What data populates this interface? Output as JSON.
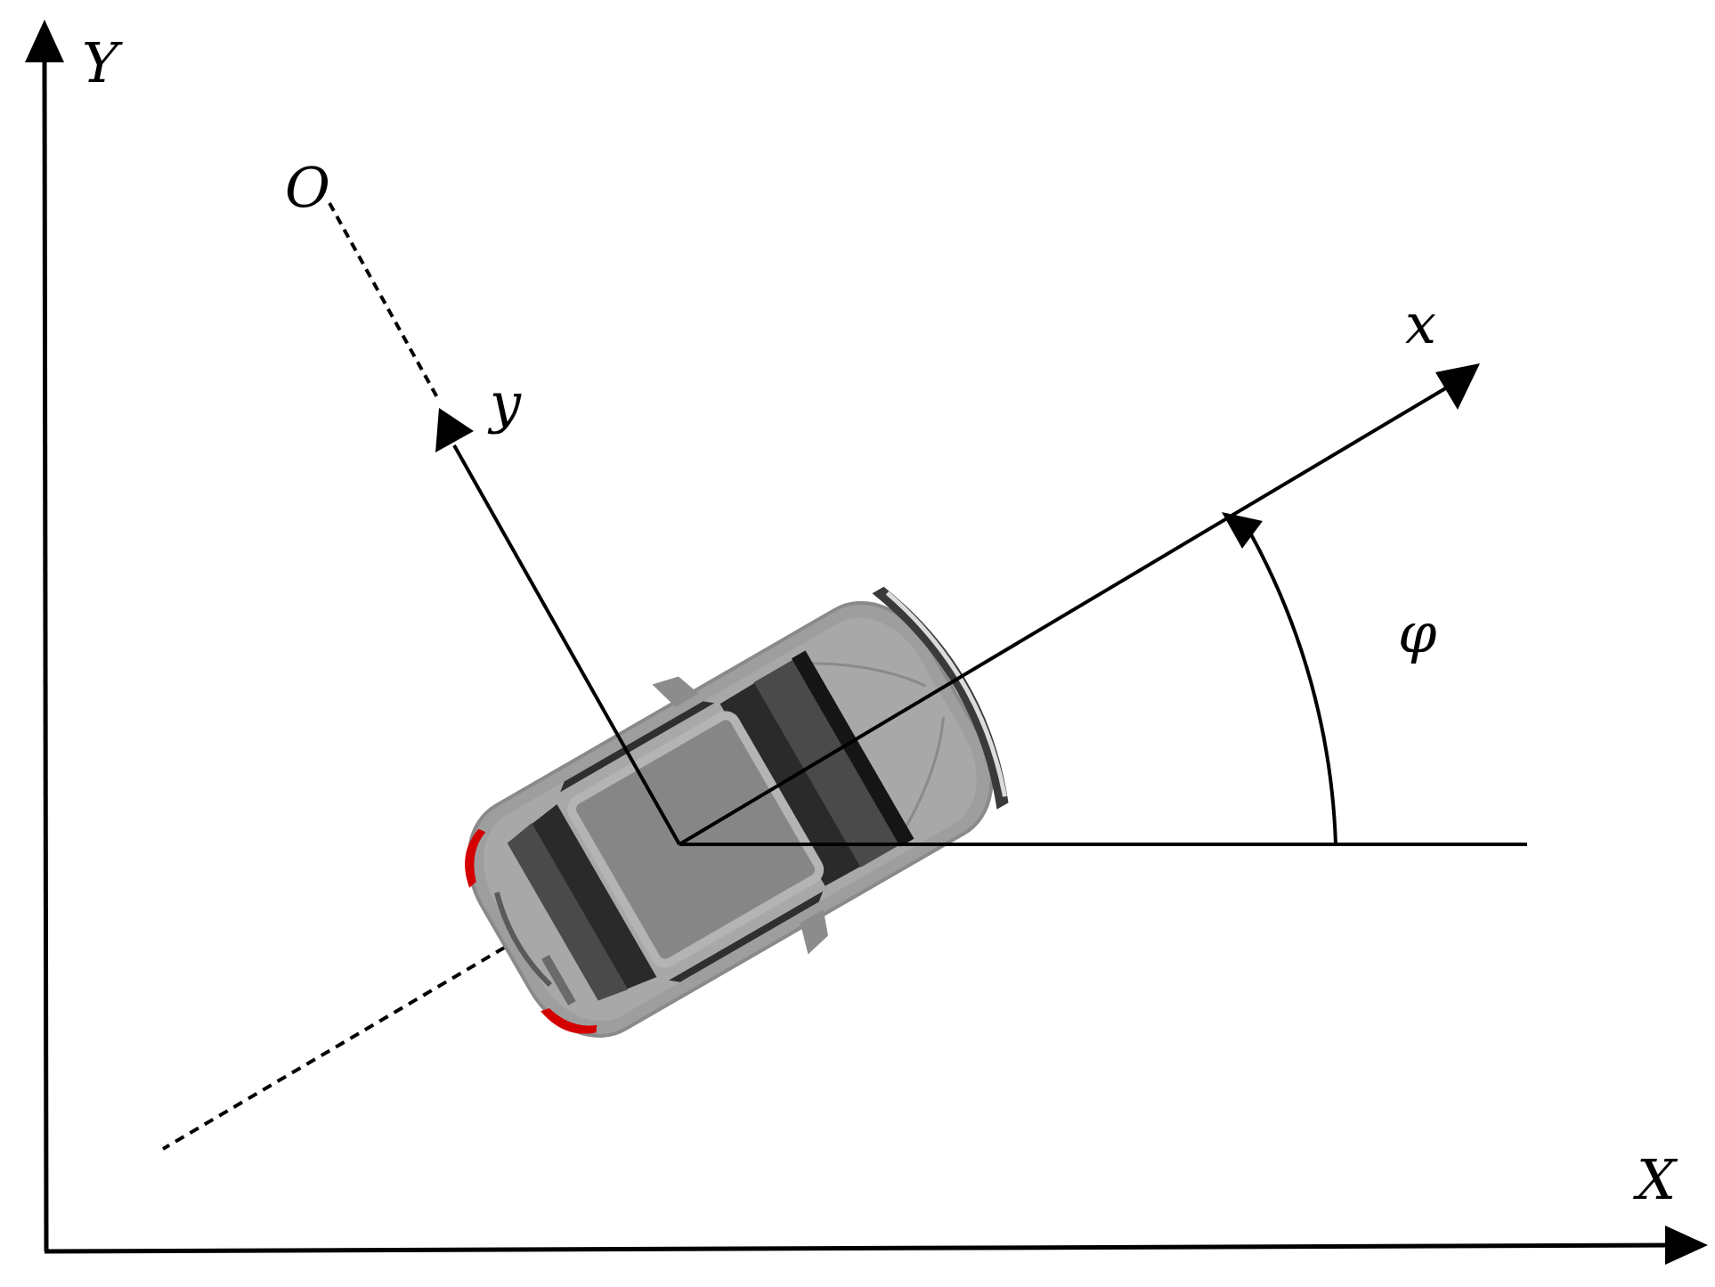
{
  "labels": {
    "world_x_axis": "X",
    "world_y_axis": "Y",
    "origin": "O",
    "body_x_axis": "x",
    "body_y_axis": "y",
    "heading_angle": "φ"
  },
  "colors": {
    "ink": "#000000",
    "car_body": "#a3a3a3",
    "car_roof": "#868686",
    "car_glass": "#2a2a2a",
    "car_glass_light": "#4a4a4a",
    "taillight": "#d40000"
  },
  "icons": {
    "car": "car-top-view-icon"
  }
}
